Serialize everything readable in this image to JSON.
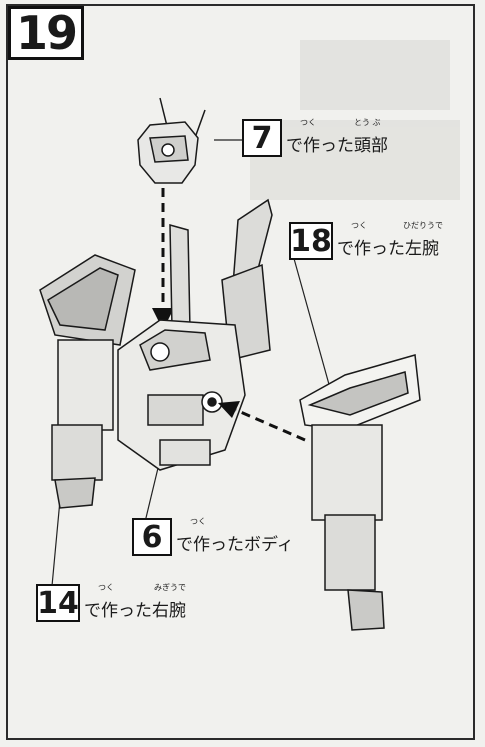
{
  "step_number": "19",
  "callouts": [
    {
      "number": "7",
      "text": "で作った頭部",
      "ruby": [
        "つく",
        "とう ぶ"
      ]
    },
    {
      "number": "18",
      "text": "で作った左腕",
      "ruby": [
        "つく",
        "ひだりうで"
      ]
    },
    {
      "number": "6",
      "text": "で作ったボディ",
      "ruby": [
        "つく"
      ]
    },
    {
      "number": "14",
      "text": "で作った右腕",
      "ruby": [
        "つく",
        "みぎうで"
      ]
    }
  ]
}
